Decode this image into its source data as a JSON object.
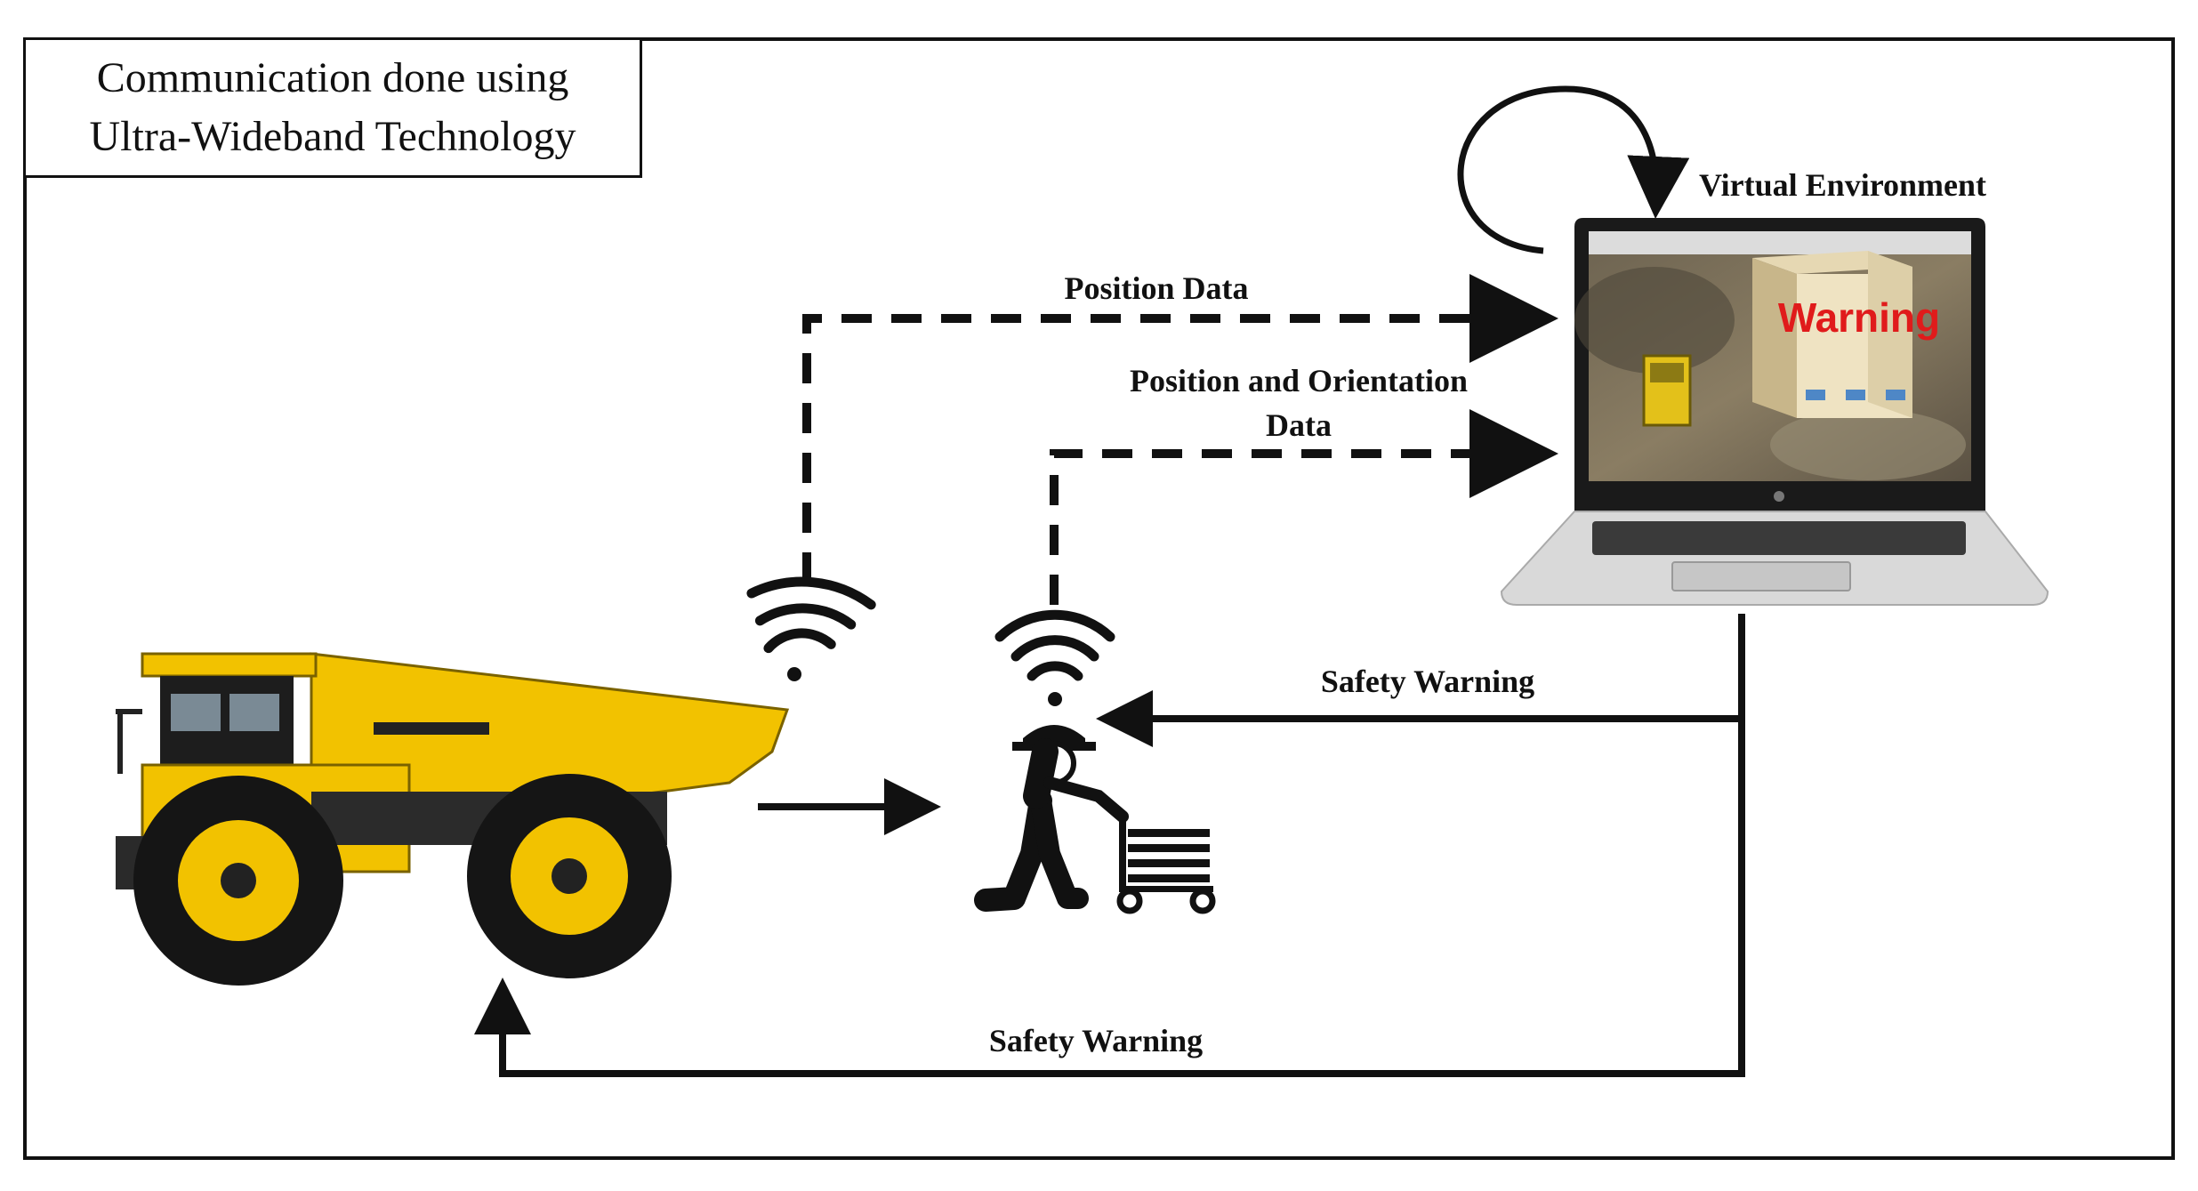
{
  "legend": {
    "line1": "Communication done using",
    "line2": "Ultra-Wideband Technology"
  },
  "labels": {
    "virtual_environment": "Virtual Environment",
    "position_data": "Position Data",
    "position_orientation_line1": "Position and Orientation",
    "position_orientation_line2": "Data",
    "safety_warning_worker": "Safety Warning",
    "safety_warning_truck": "Safety Warning",
    "screen_warning": "Warning"
  },
  "colors": {
    "truck_yellow": "#f2c200",
    "warning_red": "#e01b1b",
    "line": "#111111",
    "laptop_silver": "#d9d9d9"
  }
}
